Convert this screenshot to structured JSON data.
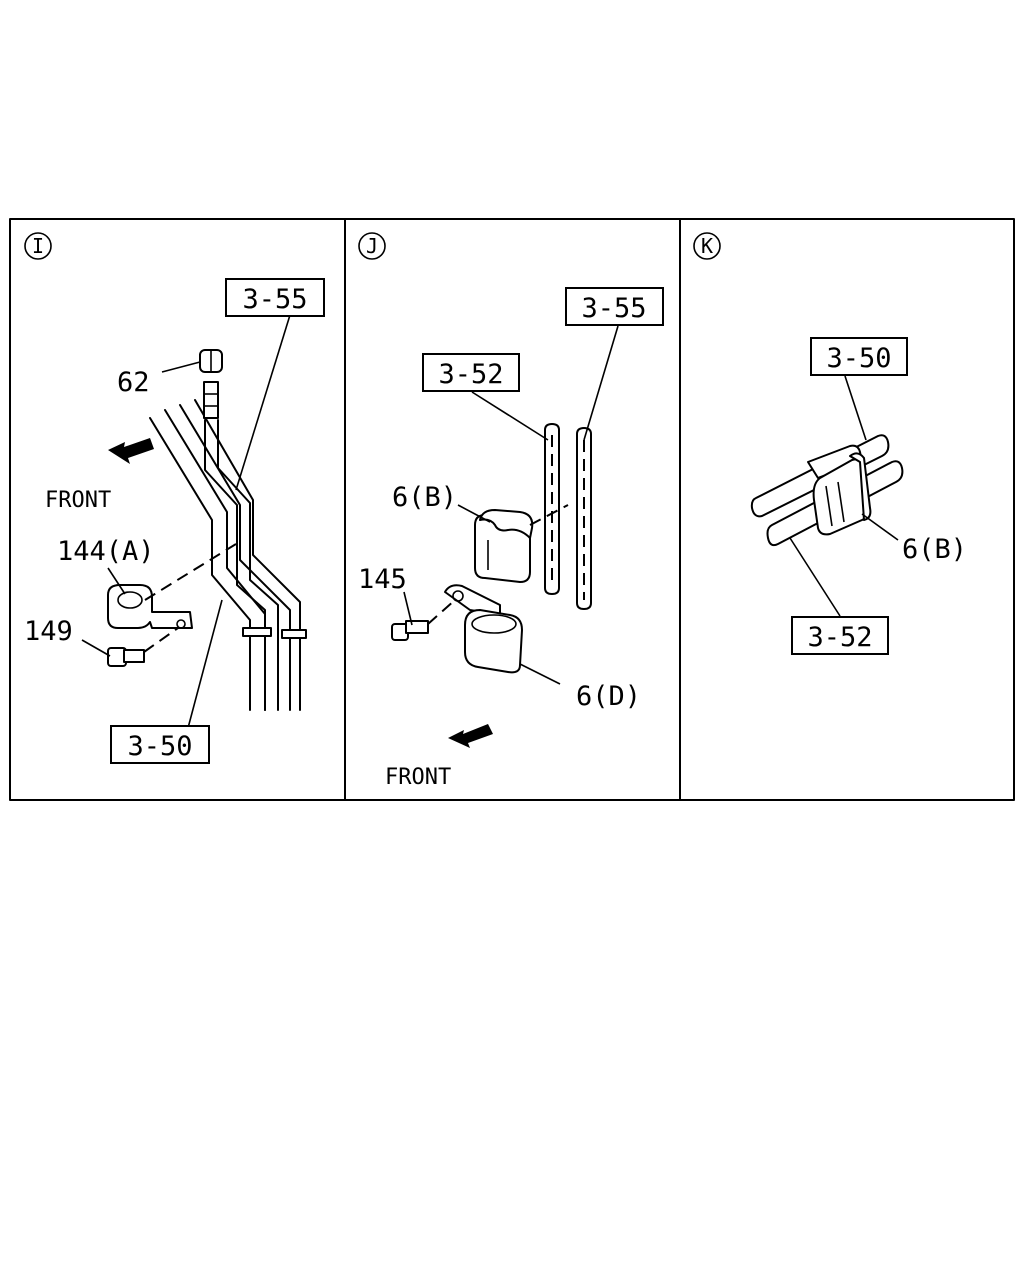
{
  "panels": [
    {
      "id": "I",
      "front": "FRONT",
      "labels": {
        "pipe_top": "3-55",
        "nut": "62",
        "clamp": "144(A)",
        "bolt": "149",
        "pipe_bottom": "3-50"
      }
    },
    {
      "id": "J",
      "front": "FRONT",
      "labels": {
        "pipe_right": "3-55",
        "pipe_left": "3-52",
        "clip_upper": "6(B)",
        "bolt": "145",
        "clip_lower": "6(D)"
      }
    },
    {
      "id": "K",
      "labels": {
        "pipe_upper": "3-50",
        "clip": "6(B)",
        "pipe_lower": "3-52"
      }
    }
  ]
}
